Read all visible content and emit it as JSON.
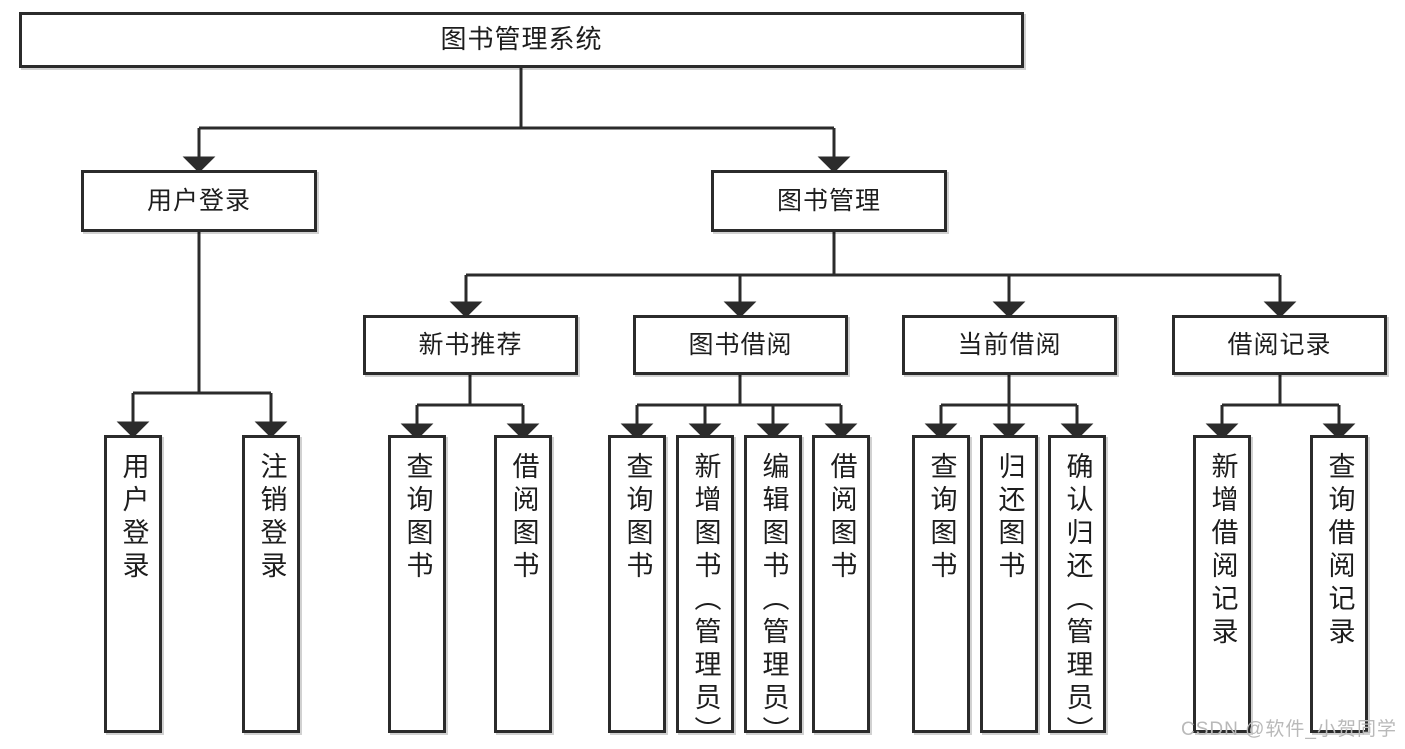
{
  "diagram": {
    "title": "图书管理系统",
    "type": "tree-hierarchy",
    "orientation": "top-down",
    "watermark": "CSDN @软件_小贺同学",
    "colors": {
      "box_border": "#2b2b2b",
      "box_fill": "#ffffff",
      "edge": "#2b2b2b",
      "text": "#1d1d1d",
      "watermark": "#b9b9b9"
    },
    "levels": {
      "level1": [
        "图书管理系统"
      ],
      "level2": [
        "用户登录",
        "图书管理"
      ],
      "level3": [
        "新书推荐",
        "图书借阅",
        "当前借阅",
        "借阅记录"
      ],
      "level4": [
        "用户登录",
        "注销登录",
        "查询图书",
        "借阅图书",
        "查询图书",
        "新增图书（管理员）",
        "编辑图书（管理员）",
        "借阅图书",
        "查询图书",
        "归还图书",
        "确认归还（管理员）",
        "新增借阅记录",
        "查询借阅记录"
      ]
    },
    "nodes": {
      "root": {
        "label": "图书管理系统"
      },
      "user_login": {
        "label": "用户登录"
      },
      "book_manage": {
        "label": "图书管理"
      },
      "new_book_rec": {
        "label": "新书推荐"
      },
      "book_borrow": {
        "label": "图书借阅"
      },
      "current_borrow": {
        "label": "当前借阅"
      },
      "borrow_record": {
        "label": "借阅记录"
      },
      "leaf_user_login": {
        "label": "用户登录"
      },
      "leaf_logout": {
        "label": "注销登录"
      },
      "leaf_query_book_1": {
        "label": "查询图书"
      },
      "leaf_borrow_book_1": {
        "label": "借阅图书"
      },
      "leaf_query_book_2": {
        "label": "查询图书"
      },
      "leaf_add_book_admin": {
        "label": "新增图书（管理员）"
      },
      "leaf_edit_book_admin": {
        "label": "编辑图书（管理员）"
      },
      "leaf_borrow_book_2": {
        "label": "借阅图书"
      },
      "leaf_query_book_3": {
        "label": "查询图书"
      },
      "leaf_return_book": {
        "label": "归还图书"
      },
      "leaf_confirm_return_admin": {
        "label": "确认归还（管理员）"
      },
      "leaf_add_record": {
        "label": "新增借阅记录"
      },
      "leaf_query_record": {
        "label": "查询借阅记录"
      }
    }
  }
}
